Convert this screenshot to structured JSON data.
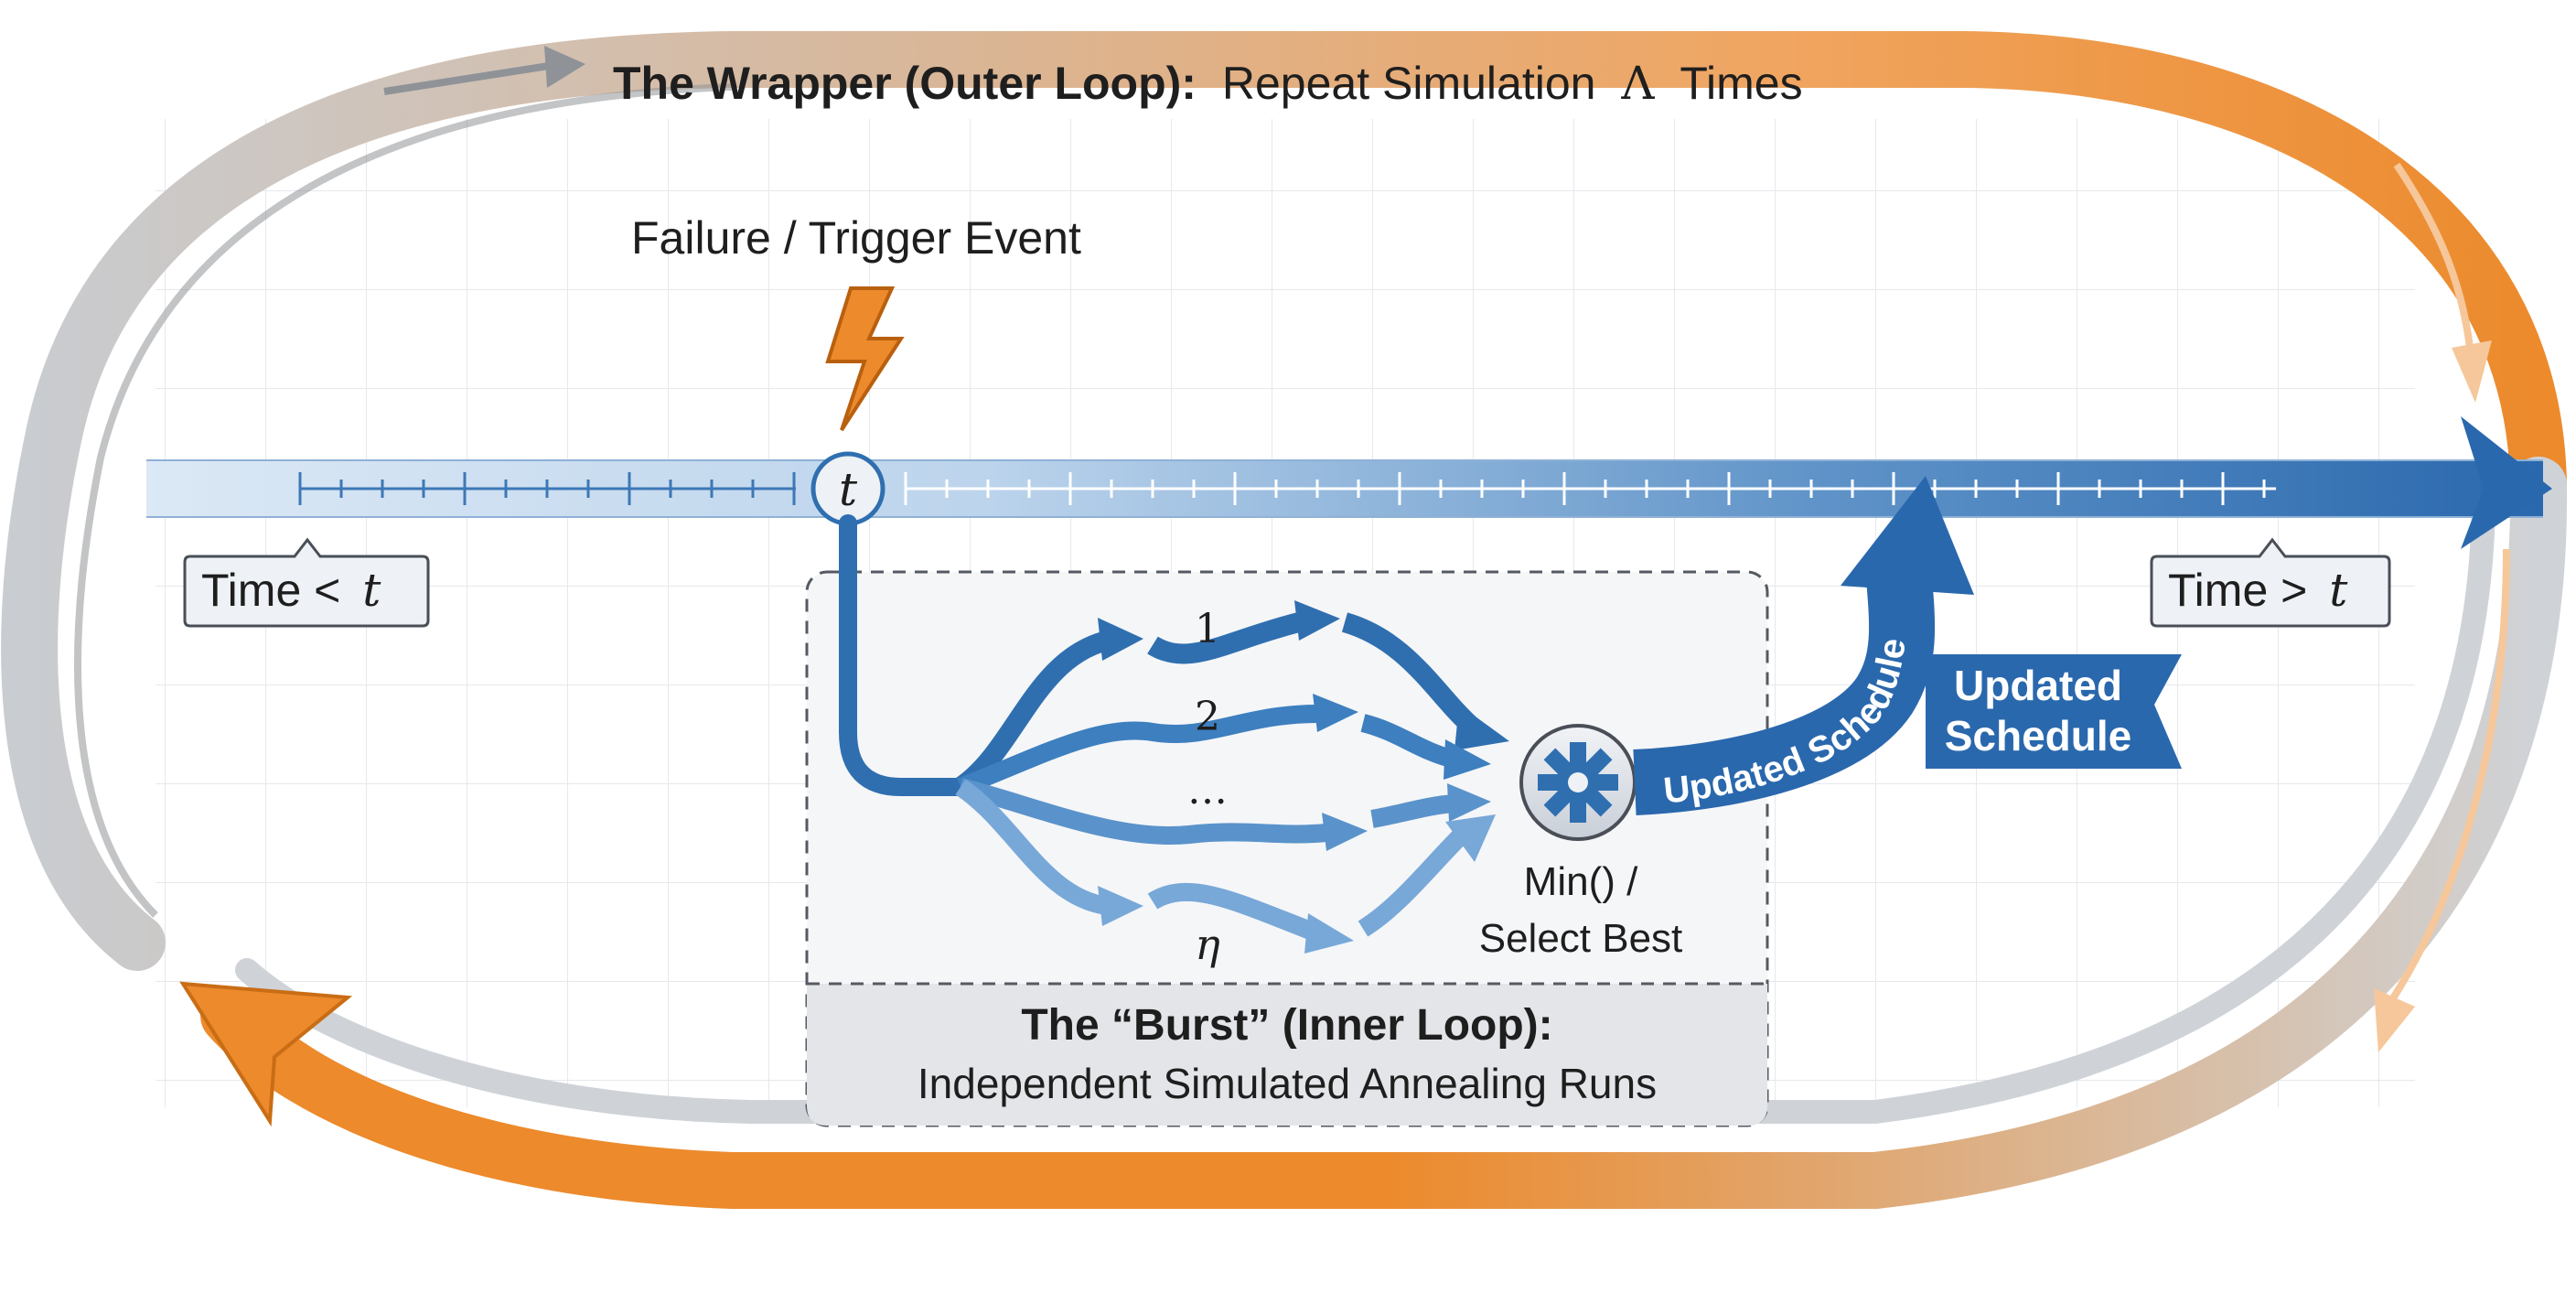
{
  "outer_loop": {
    "title_bold": "The Wrapper (Outer Loop):",
    "title_rest": "Repeat Simulation",
    "title_symbol": "Λ",
    "title_tail": "Times"
  },
  "timeline": {
    "event_label": "Failure / Trigger Event",
    "t_marker": "t",
    "before_label_text": "Time <",
    "before_label_var": "t",
    "after_label_text": "Time >",
    "after_label_var": "t"
  },
  "inner_loop": {
    "title": "The “Burst” (Inner Loop):",
    "subtitle": "Independent Simulated Annealing Runs",
    "run_labels": [
      "1",
      "2",
      "…",
      "η"
    ],
    "selector_line1": "Min() /",
    "selector_line2": "Select Best"
  },
  "output": {
    "arrow_label": "Updated Schedule",
    "banner_line1": "Updated",
    "banner_line2": "Schedule"
  },
  "colors": {
    "blue": "#2f6fb0",
    "blue_light": "#8db4dd",
    "orange": "#ec8a2c",
    "gray": "#c8ccd2",
    "text": "#1e1e1e"
  },
  "icons": {
    "event": "lightning-bolt-icon",
    "selector": "gear-icon"
  }
}
